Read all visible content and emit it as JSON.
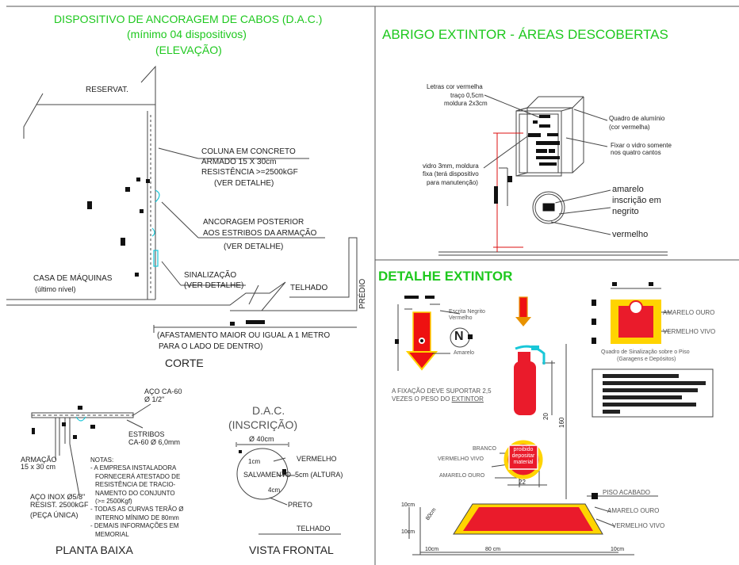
{
  "dac": {
    "title": "DISPOSITIVO DE ANCORAGEM DE CABOS (D.A.C.)",
    "subtitle": "(mínimo 04 dispositivos)",
    "view": "(ELEVAÇÃO)",
    "reservat": "RESERVAT.",
    "coluna_1": "COLUNA EM CONCRETO",
    "coluna_2": "ARMADO 15 X 30cm",
    "coluna_3": "RESISTÊNCIA >=2500kGF",
    "coluna_4": "(VER DETALHE)",
    "ancoragem_1": "ANCORAGEM POSTERIOR",
    "ancoragem_2": "AOS ESTRIBOS DA ARMAÇÃO",
    "ancoragem_3": "(VER DETALHE)",
    "sinal_1": "SINALIZAÇÃO",
    "sinal_2": "(VER DETALHE)",
    "casa_1": "CASA DE MÁQUINAS",
    "casa_2": "(último nível)",
    "telhado": "TELHADO",
    "predio": "PRÉDIO",
    "afast_1": "(AFASTAMENTO MAIOR OU IGUAL A 1 METRO",
    "afast_2": "PARA O LADO DE DENTRO)",
    "corte": "CORTE"
  },
  "planta": {
    "aco_1": "AÇO CA-60",
    "aco_2": "Ø 1/2\"",
    "estribos_1": "ESTRIBOS",
    "estribos_2": "CA-60 Ø 6,0mm",
    "armacao_1": "ARMAÇÃO",
    "armacao_2": "15 x 30 cm",
    "inox_1": "AÇO INOX Ø5/8\"",
    "inox_2": "RESIST. 2500kGF",
    "inox_3": "(PEÇA ÚNICA)",
    "notas": [
      "NOTAS:",
      "- A EMPRESA INSTALADORA",
      "FORNECERÁ ATESTADO DE",
      "RESISTÊNCIA DE TRACIO-",
      "NAMENTO DO CONJUNTO",
      "(>= 2500Kgf)",
      "- TODAS AS CURVAS TERÃO Ø",
      "INTERNO MÍNIMO DE 80mm",
      "- DEMAIS INFORMAÇÕES EM",
      "MEMORIAL"
    ],
    "title": "PLANTA BAIXA"
  },
  "vista": {
    "dac_1": "D.A.C.",
    "dac_2": "(INSCRIÇÃO)",
    "d40": "Ø 40cm",
    "c1": "1cm",
    "vermelho": "VERMELHO",
    "salvamento": "SALVAMENTO",
    "altura": "5cm (ALTURA)",
    "c4": "4cm",
    "preto": "PRETO",
    "telhado": "TELHADO",
    "title": "VISTA FRONTAL"
  },
  "abrigo": {
    "title": "ABRIGO EXTINTOR - ÁREAS DESCOBERTAS",
    "letras_1": "Letras cor vermelha",
    "letras_2": "traço 0,5cm",
    "letras_3": "moldura 2x3cm",
    "quadro_1": "Quadro de alumínio",
    "quadro_2": "(cor vermelha)",
    "fixar_1": "Fixar o vidro somente",
    "fixar_2": "nos quatro cantos",
    "vidro_1": "vidro 3mm, moldura",
    "vidro_2": "fixa (terá dispositivo",
    "vidro_3": "para manutenção)",
    "amarelo_1": "amarelo",
    "amarelo_2": "inscrição em",
    "amarelo_3": "negrito",
    "vermelho": "vermelho"
  },
  "detalhe": {
    "title": "DETALHE EXTINTOR",
    "escrita_1": "Escrita Negrito",
    "escrita_2": "Vermelho",
    "amarelo": "Amarelo",
    "n_letter": "N",
    "fixacao_1": "A FIXAÇÃO DEVE SUPORTAR 2,5",
    "fixacao_2": "VEZES O PESO DO",
    "fixacao_3": "EXTINTOR",
    "amarelo_ouro": "AMARELO OURO",
    "vermelho_vivo": "VERMELHO VIVO",
    "quadro_1": "Quadro de Sinalização sobre o Piso",
    "quadro_2": "(Garagens e Depósitos)",
    "dim_20": "20",
    "dim_160": "160",
    "dim_22": "22",
    "branco": "BRANCO",
    "vermelho_vivo_l": "VERMELHO VIVO",
    "amarelo_ouro_l": "AMARELO OURO",
    "proibido_1": "proibido",
    "proibido_2": "depositar",
    "proibido_3": "material",
    "piso": "PISO ACABADO",
    "amarelo_ouro_p": "AMARELO OURO",
    "vermelho_vivo_p": "VERMELHO VIVO",
    "c10a": "10cm",
    "c10b": "10cm",
    "c80": "80cm",
    "c10c": "10cm",
    "c80b": "80 cm",
    "c10d": "10cm"
  }
}
